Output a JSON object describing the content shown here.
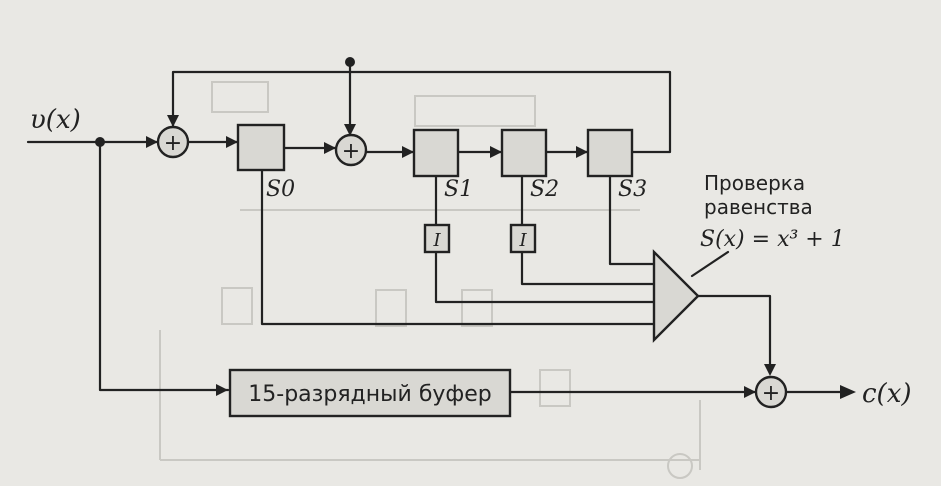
{
  "input_label": "υ(x)",
  "output_label": "c(x)",
  "registers": [
    "S0",
    "S1",
    "S2",
    "S3"
  ],
  "inverter_label": "I",
  "check_label_line1": "Проверка",
  "check_label_line2": "равенства",
  "check_formula": "S(x) = x³ + 1",
  "buffer_label": "15-разрядный буфер",
  "adder_symbol": "+"
}
